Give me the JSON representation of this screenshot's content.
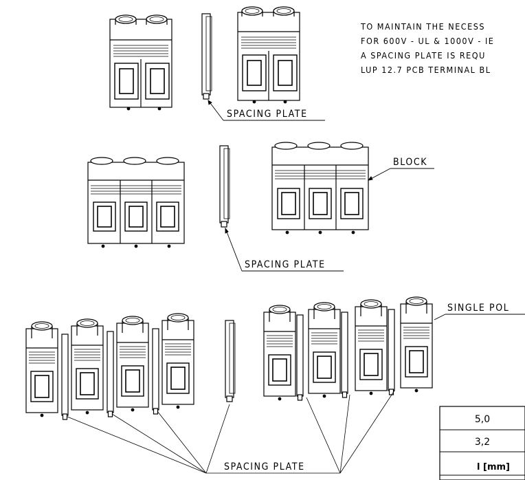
{
  "note": {
    "lines": [
      "TO MAINTAIN THE NECESS",
      "FOR 600V - UL & 1000V - IE",
      "A SPACING PLATE IS REQU",
      "LUP 12.7 PCB TERMINAL BL"
    ]
  },
  "labels": {
    "spacing_plate_top": "SPACING PLATE",
    "spacing_plate_middle": "SPACING PLATE",
    "block": "BLOCK",
    "single_pole": "SINGLE POL",
    "spacing_plate_bottom": "SPACING PLATE"
  },
  "table": {
    "rows": [
      "5,0",
      "3,2"
    ],
    "header": "l [mm]"
  },
  "colors": {
    "line": "#000000",
    "background": "#ffffff"
  }
}
